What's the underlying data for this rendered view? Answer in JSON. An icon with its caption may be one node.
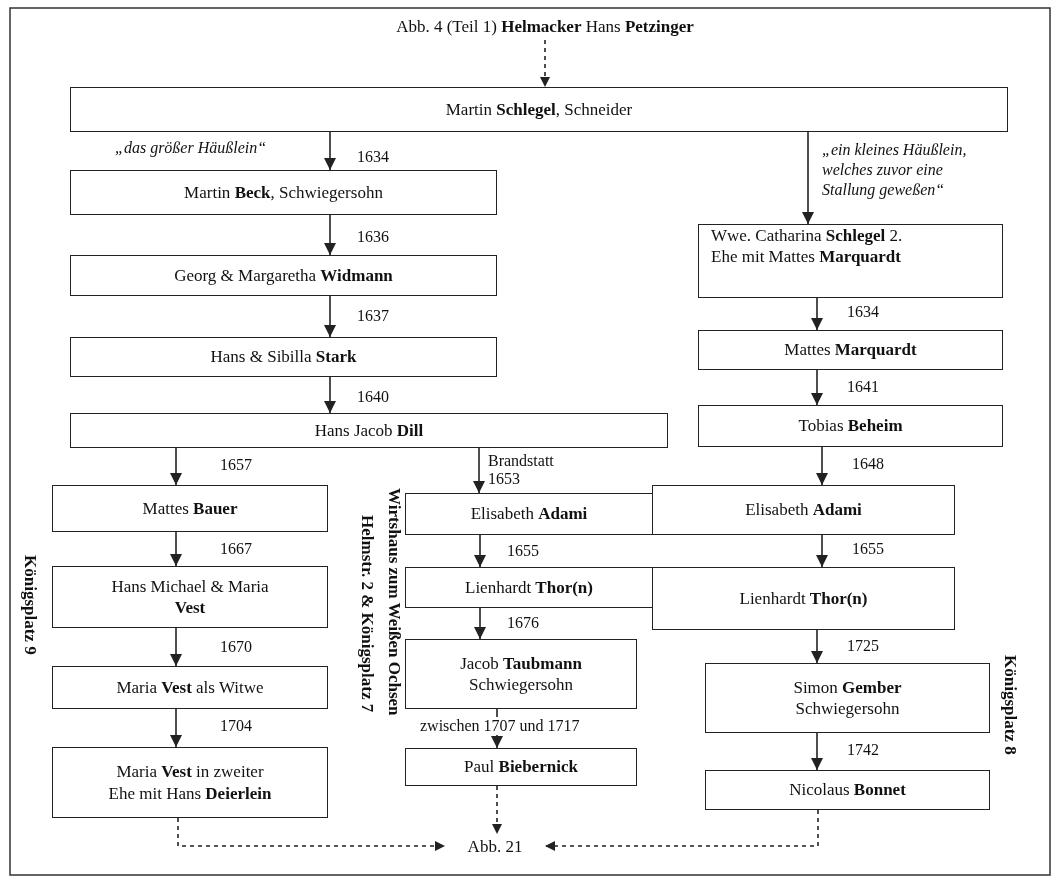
{
  "diagram": {
    "nodes": [
      {
        "text": [
          "Abb. 4 (Teil 1) **Helmacker** Hans **Petzinger**"
        ]
      },
      {
        "text": [
          "Martin **Schlegel**, Schneider"
        ]
      },
      {
        "text": [
          "Martin **Beck**, Schwiegersohn"
        ]
      },
      {
        "text": [
          "Georg & Margaretha **Widmann**"
        ]
      },
      {
        "text": [
          "Hans & Sibilla **Stark**"
        ]
      },
      {
        "text": [
          "Hans Jacob **Dill**"
        ]
      },
      {
        "text": [
          "Wwe. Catharina **Schlegel** 2. Ehe mit Mattes **Marquardt**"
        ]
      },
      {
        "text": [
          "Mattes **Marquardt**"
        ]
      },
      {
        "text": [
          "Tobias **Beheim**"
        ]
      },
      {
        "text": [
          "Mattes **Bauer**"
        ]
      },
      {
        "text": [
          "Hans Michael & Maria **Vest**"
        ]
      },
      {
        "text": [
          "Maria **Vest** als Witwe"
        ]
      },
      {
        "text": [
          "Maria **Vest** in zweiter Ehe mit Hans **Deierlein**"
        ]
      },
      {
        "text": [
          "Elisabeth **Adami**"
        ]
      },
      {
        "text": [
          "Elisabeth **Adami**"
        ]
      },
      {
        "text": [
          "Lienhardt **Thor(n)**"
        ]
      },
      {
        "text": [
          "Lienhardt **Thor(n)**"
        ]
      },
      {
        "text": [
          "Jacob **Taubmann** Schwiegersohn"
        ]
      },
      {
        "text": [
          "Paul **Biebernick**"
        ]
      },
      {
        "text": [
          "Simon **Gember** Schwiegersohn"
        ]
      },
      {
        "text": [
          "Nicolaus **Bonnet**"
        ]
      },
      {
        "text": [
          "Abb. 21"
        ]
      }
    ],
    "edges": [
      {
        "from": 0,
        "to": 1,
        "arrow": "to",
        "style": "dashed"
      },
      {
        "from": 1,
        "to": 2,
        "arrow": "to",
        "label": "1634"
      },
      {
        "from": 1,
        "to": 6,
        "arrow": "to"
      },
      {
        "from": 2,
        "to": 3,
        "arrow": "to",
        "label": "1636"
      },
      {
        "from": 3,
        "to": 4,
        "arrow": "to",
        "label": "1637"
      },
      {
        "from": 4,
        "to": 5,
        "arrow": "to",
        "label": "1640"
      },
      {
        "from": 6,
        "to": 7,
        "arrow": "to",
        "label": "1634"
      },
      {
        "from": 7,
        "to": 8,
        "arrow": "to",
        "label": "1641"
      },
      {
        "from": 5,
        "to": 9,
        "arrow": "to",
        "label": "1657"
      },
      {
        "from": 5,
        "to": 13,
        "arrow": "to",
        "label": "Brandstatt 1653"
      },
      {
        "from": 8,
        "to": 14,
        "arrow": "to",
        "label": "1648"
      },
      {
        "from": 9,
        "to": 10,
        "arrow": "to",
        "label": "1667"
      },
      {
        "from": 13,
        "to": 15,
        "arrow": "to",
        "label": "1655"
      },
      {
        "from": 14,
        "to": 16,
        "arrow": "to",
        "label": "1655"
      },
      {
        "from": 10,
        "to": 11,
        "arrow": "to",
        "label": "1670"
      },
      {
        "from": 15,
        "to": 17,
        "arrow": "to",
        "label": "1676"
      },
      {
        "from": 16,
        "to": 19,
        "arrow": "to",
        "label": "1725"
      },
      {
        "from": 11,
        "to": 12,
        "arrow": "to",
        "label": "1704"
      },
      {
        "from": 17,
        "to": 18,
        "arrow": "to",
        "label": "zwischen 1707 und 1717"
      },
      {
        "from": 19,
        "to": 20,
        "arrow": "to",
        "label": "1742"
      },
      {
        "from": 12,
        "to": 21,
        "arrow": "to",
        "style": "dashed"
      },
      {
        "from": 18,
        "to": 21,
        "arrow": "to",
        "style": "dashed"
      },
      {
        "from": 20,
        "to": 21,
        "arrow": "to",
        "style": "dashed"
      }
    ],
    "labels": [
      "„das größer Häußlein“",
      "„ein kleines Häußlein, welches zuvor eine Stallung geweßen“",
      "Königsplatz 9",
      "Wirtshaus zum Weißen Ochsen",
      "Helmstr. 2 & Königsplatz 7",
      "Königsplatz 8"
    ]
  }
}
